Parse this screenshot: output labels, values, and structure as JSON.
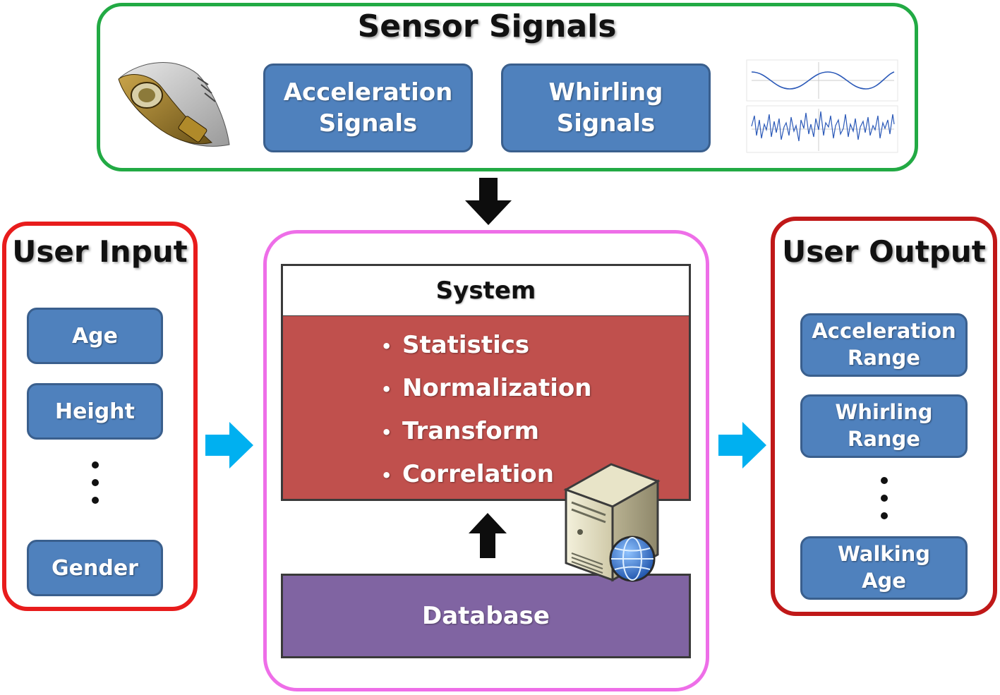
{
  "sensor": {
    "title": "Sensor Signals",
    "blocks": [
      {
        "lines": [
          "Acceleration",
          "Signals"
        ]
      },
      {
        "lines": [
          "Whirling",
          "Signals"
        ]
      }
    ],
    "shoe_icon": "shoe-with-sensor-icon",
    "waveform_icon": "signal-waveform-plots-icon"
  },
  "user_input": {
    "title": "User Input",
    "items": [
      "Age",
      "Height",
      "Gender"
    ]
  },
  "system": {
    "title": "System",
    "steps": [
      "Statistics",
      "Normalization",
      "Transform",
      "Correlation"
    ],
    "bullet": "•",
    "database": "Database",
    "server_icon": "server-with-globe-icon"
  },
  "user_output": {
    "title": "User Output",
    "items": [
      {
        "lines": [
          "Acceleration",
          "Range"
        ]
      },
      {
        "lines": [
          "Whirling",
          "Range"
        ]
      },
      {
        "lines": [
          "Walking",
          "Age"
        ]
      }
    ]
  },
  "colors": {
    "sensor_border": "#22aa44",
    "input_border": "#e81c1c",
    "output_border": "#c01818",
    "system_border": "#ee6ee8",
    "block_blue": "#4f81bd",
    "system_red": "#c0504d",
    "database_purple": "#8064a2",
    "flow_arrow": "#00b0f0"
  }
}
